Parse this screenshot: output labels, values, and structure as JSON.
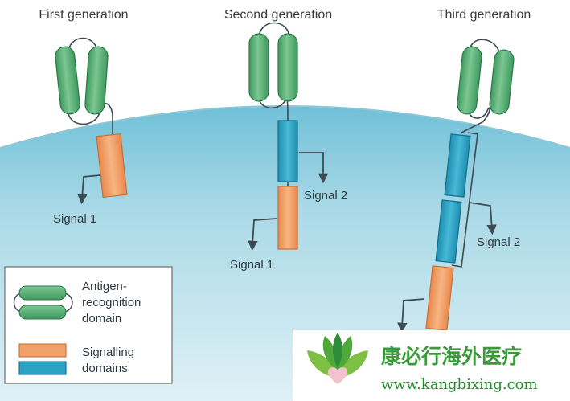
{
  "generations": [
    {
      "title": "First generation",
      "signals": [
        "Signal 1"
      ]
    },
    {
      "title": "Second generation",
      "signals": [
        "Signal 2",
        "Signal 1"
      ]
    },
    {
      "title": "Third generation",
      "signals": [
        "Signal 2"
      ]
    }
  ],
  "legend": {
    "antigen_label": "Antigen-\nrecognition\ndomain",
    "antigen_lines": [
      "Antigen-",
      "recognition",
      "domain"
    ],
    "signalling_lines": [
      "Signalling",
      "domains"
    ]
  },
  "watermark": {
    "chinese": "康必行海外医疗",
    "url": "www.kangbixing.com"
  },
  "colors": {
    "green_domain": "#5fb37a",
    "orange_domain": "#f3a06a",
    "teal_domain": "#2ba3c4",
    "cell_interior": "#cde8ef",
    "membrane_edge": "#8ec6d6"
  }
}
